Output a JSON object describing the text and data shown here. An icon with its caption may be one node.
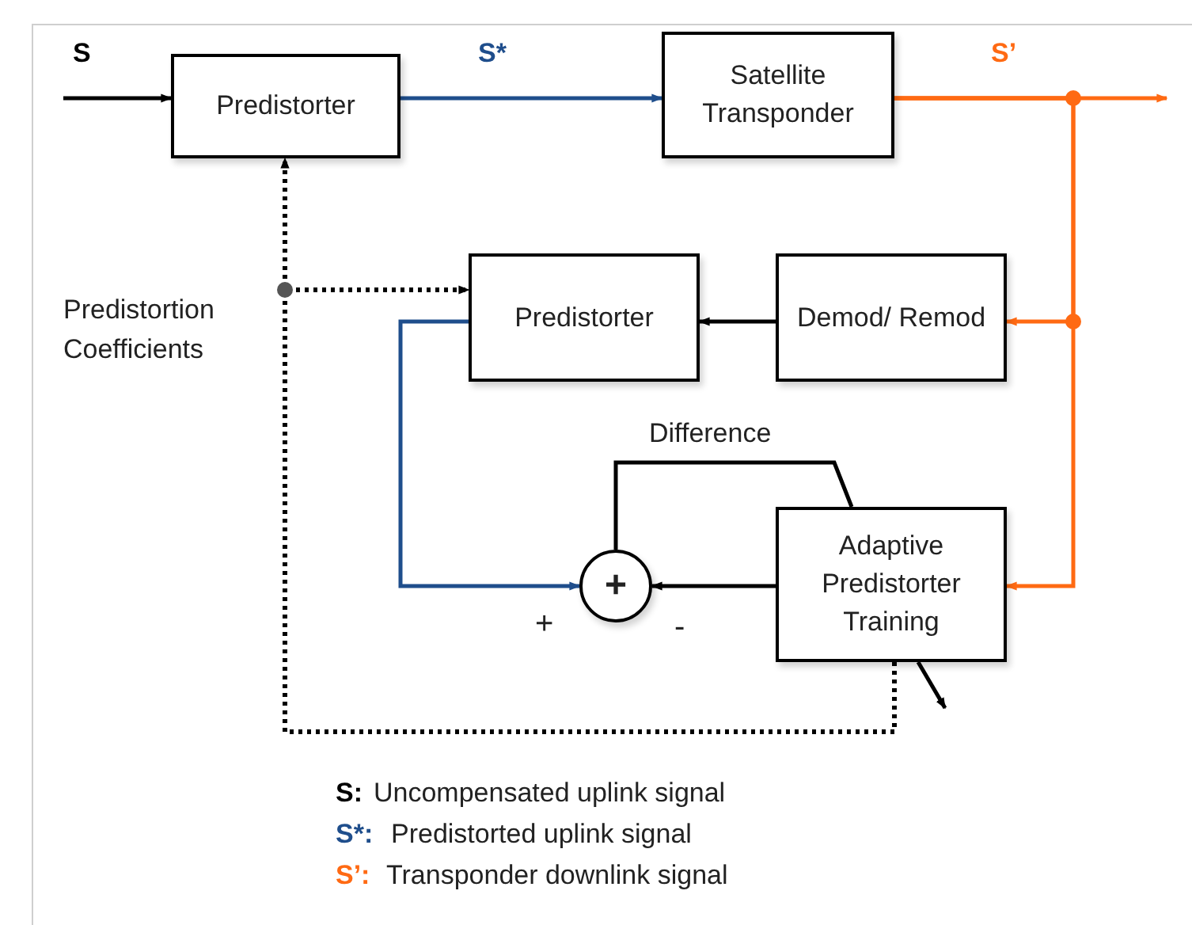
{
  "diagram": {
    "nodes": [
      {
        "text": [
          "Predistorter"
        ]
      },
      {
        "text": [
          "Satellite Transponder"
        ]
      },
      {
        "text": [
          "Predistorter"
        ]
      },
      {
        "text": [
          "Demod/ Remod"
        ]
      },
      {
        "text": [
          "+"
        ]
      },
      {
        "text": [
          "Adaptive Predistorter Training"
        ]
      }
    ],
    "edges": [
      {
        "from": null,
        "to": 0,
        "arrow": "to",
        "label": "S"
      },
      {
        "from": 0,
        "to": 1,
        "arrow": "to",
        "label": "S*",
        "color": "#1f4e8c"
      },
      {
        "from": 1,
        "to": null,
        "arrow": "to",
        "label": "S’",
        "color": "#ff6a13"
      },
      {
        "from": 1,
        "to": 3,
        "arrow": "to",
        "color": "#ff6a13"
      },
      {
        "from": 1,
        "to": 5,
        "arrow": "to",
        "color": "#ff6a13"
      },
      {
        "from": 3,
        "to": 2,
        "arrow": "to"
      },
      {
        "from": 2,
        "to": 4,
        "arrow": "to",
        "color": "#1f4e8c"
      },
      {
        "from": 5,
        "to": 4,
        "arrow": "to"
      },
      {
        "from": 4,
        "to": 5,
        "arrow": "none",
        "label": "Difference"
      },
      {
        "from": 5,
        "to": null,
        "arrow": "to"
      },
      {
        "from": 5,
        "to": 0,
        "arrow": "to",
        "style": "dashed"
      },
      {
        "from": 5,
        "to": 2,
        "arrow": "to",
        "style": "dashed"
      }
    ],
    "labels": [
      "Predistortion Coefficients",
      "+",
      "-",
      "S:",
      "Uncompensated uplink signal",
      "S*:",
      "Predistorted uplink signal",
      "S’:",
      "Transponder downlink signal"
    ]
  }
}
